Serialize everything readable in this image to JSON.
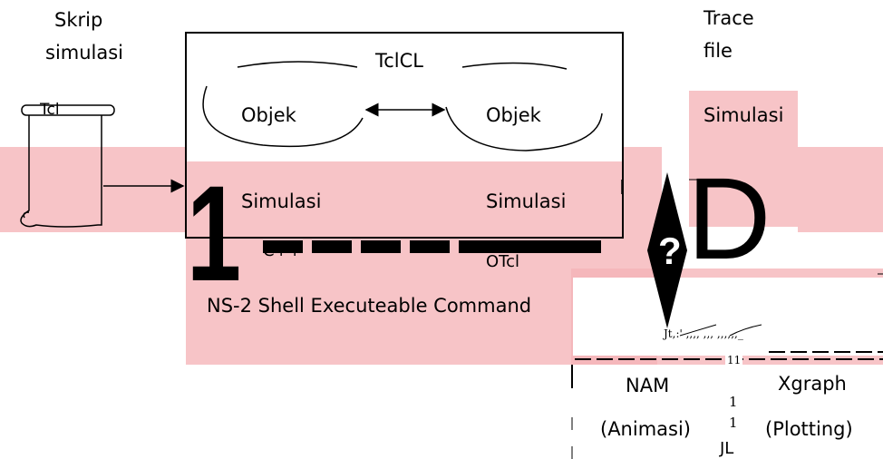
{
  "labels": {
    "script_line1": "Skrip",
    "script_line2": "simulasi",
    "scroll_text": "Tcl",
    "tclcl": "TclCL",
    "object_left": "Objek",
    "object_right": "Objek",
    "simulasi_left": "Simulasi",
    "simulasi_right": "Simulasi",
    "cpp": "C++",
    "otcl": "OTcl",
    "shell": "NS-2 Shell Executeable Command",
    "trace_line1": "Trace",
    "trace_line2": "file",
    "trace_simulasi": "Simulasi",
    "big_one": "1",
    "big_q": "?",
    "big_d": "D",
    "nam": "NAM",
    "nam_sub": "(Animasi)",
    "xgraph": "Xgraph",
    "xgraph_sub": "(Plotting)",
    "scribble": "Jt,:' ,,,, ,,, ,,,,,,_",
    "mark_11": "11",
    "mark_1a": "1",
    "mark_1b": "1",
    "mark_jl": "JL"
  },
  "colors": {
    "pink_band": "#f5b3b7",
    "ink": "#000000",
    "paper": "#ffffff"
  }
}
